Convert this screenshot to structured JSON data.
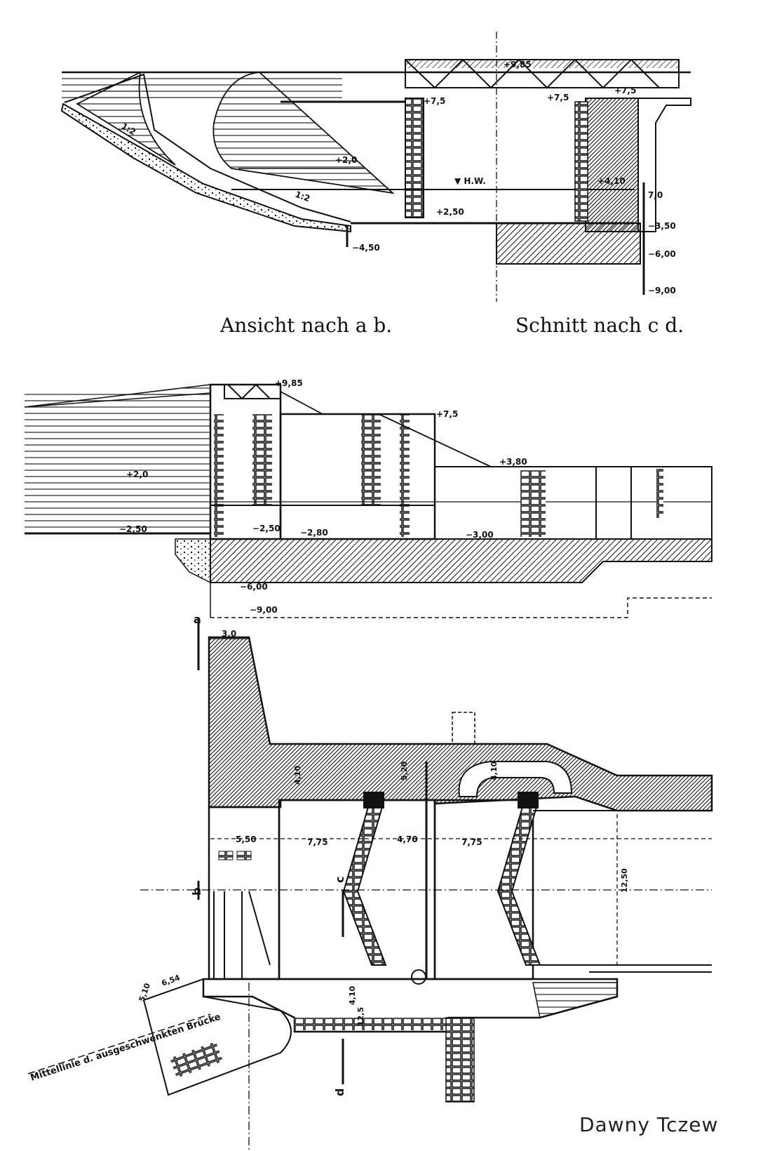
{
  "captions": {
    "view_ab": "Ansicht nach a b.",
    "section_cd": "Schnitt nach c d."
  },
  "top_levels": {
    "deck": "+9,85",
    "left_top": "+7,5",
    "right_top1": "+7,5",
    "right_top2": "+7,5",
    "mid": "+2,0",
    "hw": "▼ H.W.",
    "bottom": "+2,50",
    "deep": "−4,50",
    "right_a": "+4,10",
    "right_b": "7,0",
    "right_c": "−3,50",
    "right_d": "−6,00",
    "right_e": "−9,00",
    "slope1": "1:2",
    "slope2": "1:2"
  },
  "mid_levels": {
    "deck": "+9,85",
    "gate": "+7,5",
    "water": "+2,0",
    "bottom_left": "−2,50",
    "bottom_a": "−2,50",
    "bottom_b": "−2,80",
    "bottom_c": "−3,00",
    "mid_right": "+3,80",
    "found1": "−6,00",
    "found2": "−9,00"
  },
  "plan_dims": {
    "width_top": "3,0",
    "d1": "5,50",
    "d2": "7,75",
    "d3": "4,70",
    "d4": "7,75",
    "v1": "4,10",
    "v2": "5,20",
    "v3": "4,10",
    "v4": "12,50",
    "v5": "4,10",
    "v6": "12,5",
    "s1": "6,54",
    "s2": "5,10"
  },
  "markers": {
    "a_top": "a",
    "b_bottom": "b",
    "c_mark": "c",
    "d_mark": "d"
  },
  "bridge_note": "Mittellinie d. ausgeschwenkten Brücke",
  "watermark": "Dawny Tczew"
}
